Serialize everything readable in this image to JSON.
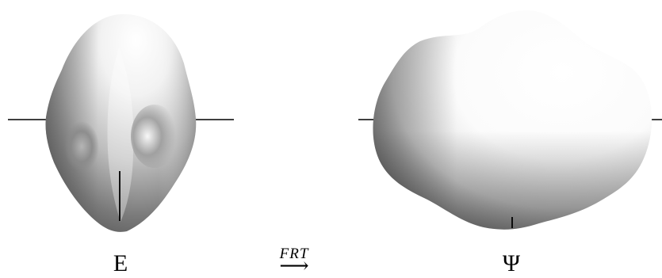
{
  "left_shape": {
    "label": "E"
  },
  "right_shape": {
    "label": "Ψ"
  },
  "transform": {
    "operator": "FRT",
    "arrow": "⟶"
  },
  "colors": {
    "background": "#ffffff",
    "line": "#000000",
    "surface_highlight": "#ffffff",
    "surface_mid": "#e6e6e6",
    "surface_shadow": "#5a5a5a"
  }
}
